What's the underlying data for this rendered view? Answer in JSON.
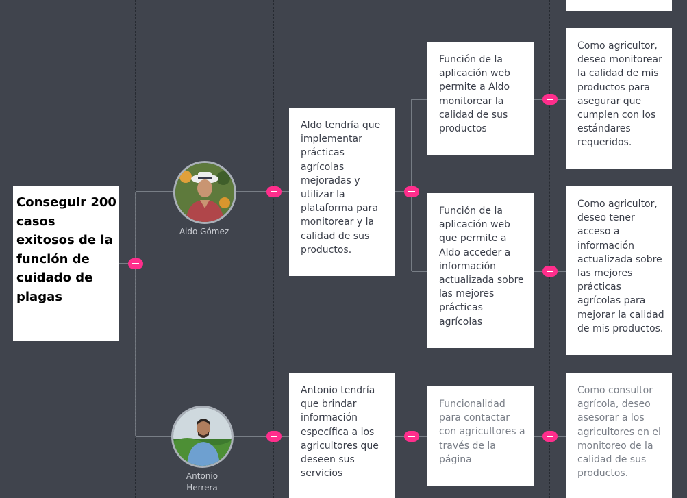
{
  "goal": "Conseguir 200 casos exitosos de la función de cuidado de plagas",
  "personas": [
    {
      "name": "Aldo Gómez"
    },
    {
      "name": "Antonio Herrera"
    }
  ],
  "needs": [
    "Aldo  tendría que implementar prácticas agrícolas mejoradas y utilizar la plataforma para monitorear y  la calidad de sus productos.",
    "Antonio tendría que brindar información específica a los agricultores que deseen sus servicios"
  ],
  "features": [
    "Función de la aplicación web permite a Aldo monitorear la calidad de sus productos",
    " Función de la aplicación web que permite a Aldo acceder a información actualizada sobre las mejores prácticas agrícolas",
    "Funcionalidad para contactar con agricultores a través de la página"
  ],
  "stories": [
    "Como agricultor, deseo monitorear la calidad de mis productos para asegurar que cumplen con los estándares requeridos.",
    "Como agricultor, deseo tener acceso a información actualizada sobre las mejores prácticas agrícolas para mejorar la calidad de mis productos.",
    "Como consultor agrícola, deseo asesorar a los agricultores en el monitoreo de la calidad de sus productos."
  ],
  "colors": {
    "background": "#40444d",
    "collapse_button": "#ff2e8c",
    "card": "#ffffff"
  }
}
